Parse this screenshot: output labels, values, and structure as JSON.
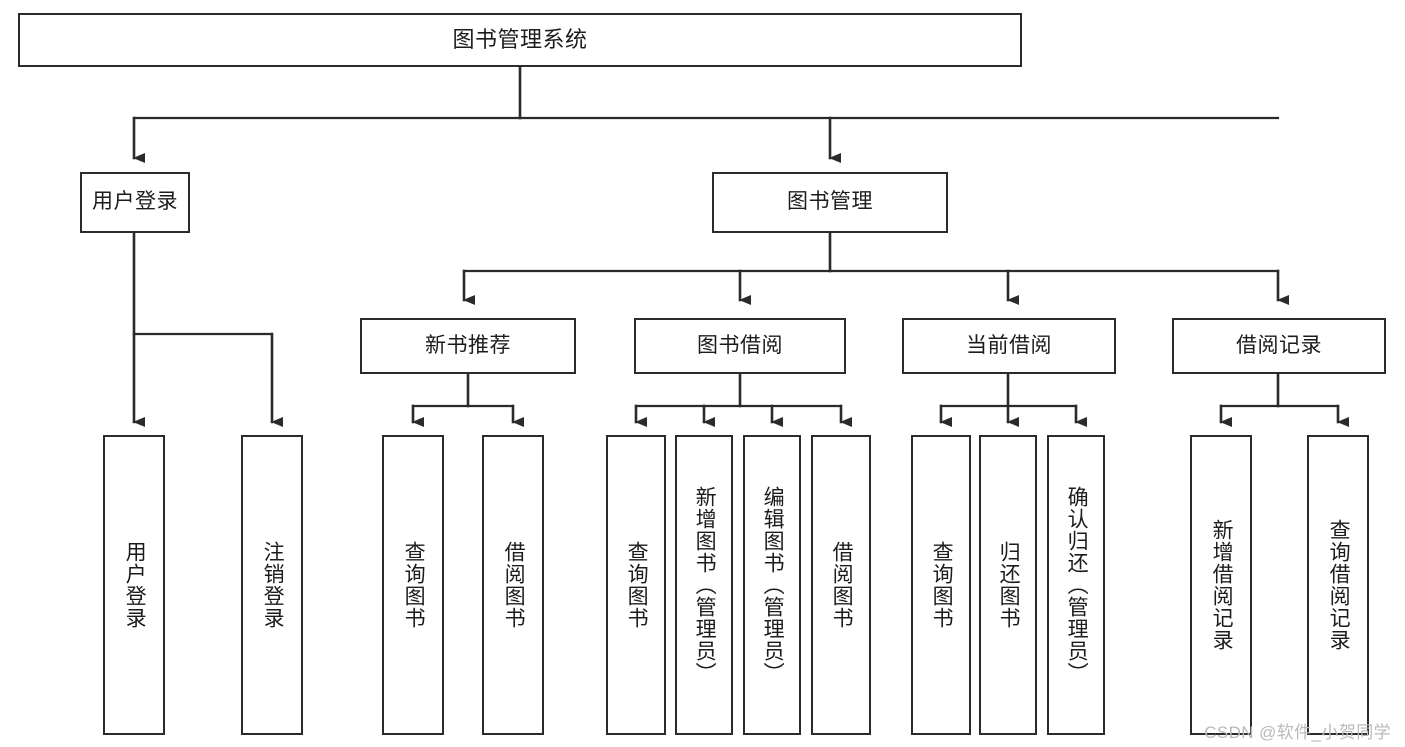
{
  "diagram": {
    "title": "图书管理系统",
    "type": "tree-hierarchy",
    "watermark": "CSDN @软件_小贺同学",
    "colors": {
      "box_border": "#2b2b2b",
      "box_fill": "#ffffff",
      "edge": "#2b2b2b",
      "text": "#1c1c1c",
      "background": "#ffffff",
      "watermark": "#b9b9b9"
    }
  },
  "nodes": {
    "root": {
      "label": "图书管理系统"
    },
    "level2": [
      {
        "id": "user-login",
        "label": "用户登录"
      },
      {
        "id": "book-manage",
        "label": "图书管理"
      }
    ],
    "level3": [
      {
        "id": "new-book-recommend",
        "label": "新书推荐"
      },
      {
        "id": "book-borrow",
        "label": "图书借阅"
      },
      {
        "id": "current-borrow",
        "label": "当前借阅"
      },
      {
        "id": "borrow-record",
        "label": "借阅记录"
      }
    ],
    "leaves": {
      "user-login": [
        {
          "id": "leaf-user-login",
          "label": "用户登录"
        },
        {
          "id": "leaf-user-logout",
          "label": "注销登录"
        }
      ],
      "new-book-recommend": [
        {
          "id": "leaf-query-book-1",
          "label": "查询图书"
        },
        {
          "id": "leaf-borrow-book-1",
          "label": "借阅图书"
        }
      ],
      "book-borrow": [
        {
          "id": "leaf-query-book-2",
          "label": "查询图书"
        },
        {
          "id": "leaf-add-book",
          "label": "新增图书（管理员）"
        },
        {
          "id": "leaf-edit-book",
          "label": "编辑图书（管理员）"
        },
        {
          "id": "leaf-borrow-book-2",
          "label": "借阅图书"
        }
      ],
      "current-borrow": [
        {
          "id": "leaf-query-book-3",
          "label": "查询图书"
        },
        {
          "id": "leaf-return-book",
          "label": "归还图书"
        },
        {
          "id": "leaf-confirm-return",
          "label": "确认归还（管理员）"
        }
      ],
      "borrow-record": [
        {
          "id": "leaf-add-record",
          "label": "新增借阅记录"
        },
        {
          "id": "leaf-query-record",
          "label": "查询借阅记录"
        }
      ]
    }
  }
}
